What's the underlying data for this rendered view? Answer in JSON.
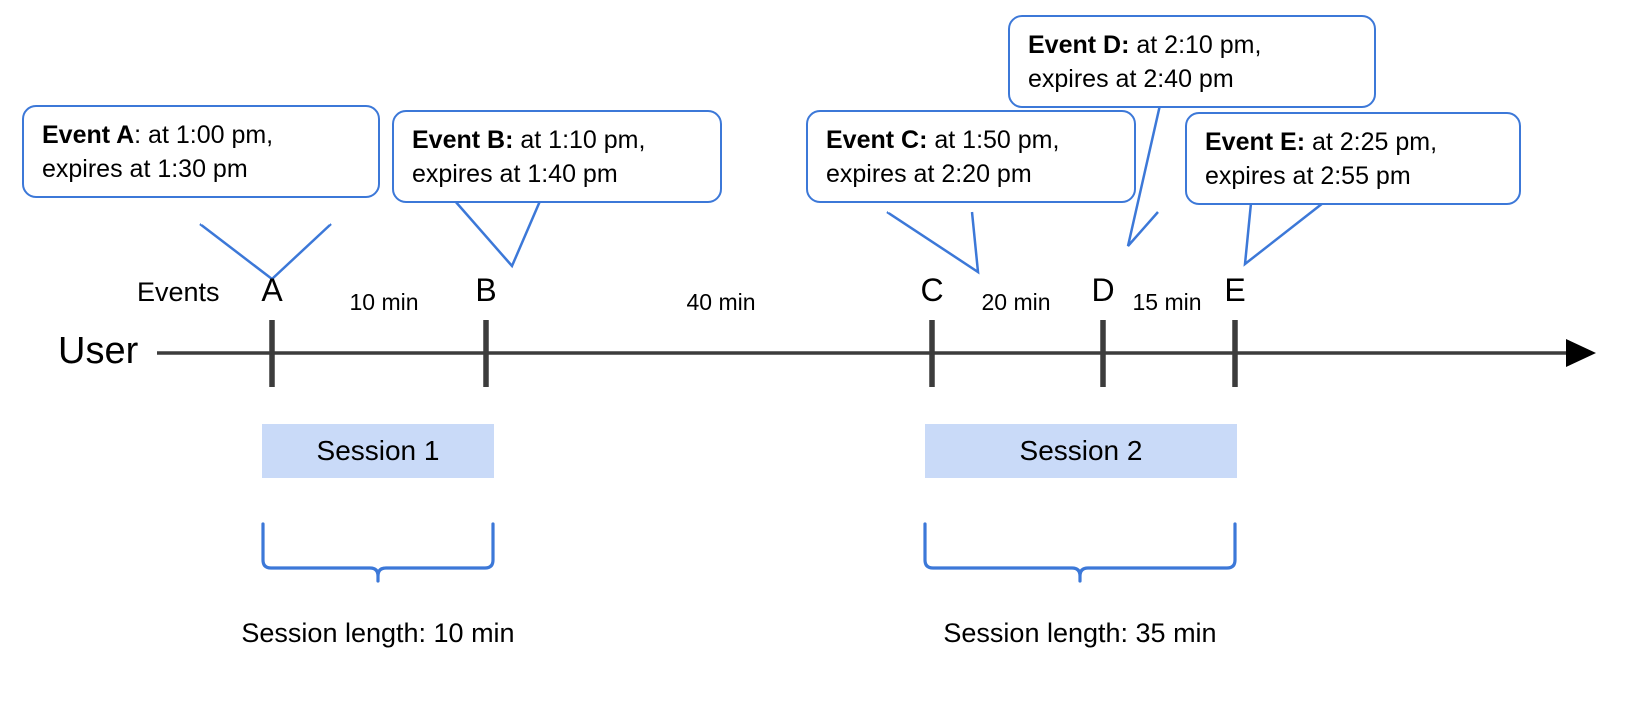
{
  "diagram": {
    "title": "User session timeline with events and expirations",
    "accent_blue": "#3c78d8",
    "session_fill": "#c9daf8",
    "axis_color": "#3c3c3c"
  },
  "axis": {
    "row_title": "User",
    "events_label": "Events"
  },
  "callouts": [
    {
      "id": "A",
      "event_label": "Event A",
      "separator": ":",
      "line1_rest": " at 1:00 pm,",
      "line2": "expires at 1:30 pm",
      "bold_colon": false,
      "start_time": "1:00 pm",
      "expires_time": "1:30 pm"
    },
    {
      "id": "B",
      "event_label": "Event B",
      "separator": ":",
      "line1_rest": " at 1:10 pm,",
      "line2": "expires at 1:40 pm",
      "bold_colon": true,
      "start_time": "1:10 pm",
      "expires_time": "1:40 pm"
    },
    {
      "id": "C",
      "event_label": "Event C",
      "separator": ":",
      "line1_rest": " at 1:50 pm,",
      "line2": "expires at 2:20 pm",
      "bold_colon": true,
      "start_time": "1:50 pm",
      "expires_time": "2:20 pm"
    },
    {
      "id": "D",
      "event_label": "Event D",
      "separator": ":",
      "line1_rest": " at 2:10 pm,",
      "line2": "expires at 2:40 pm",
      "bold_colon": true,
      "start_time": "2:10 pm",
      "expires_time": "2:40 pm"
    },
    {
      "id": "E",
      "event_label": "Event E",
      "separator": ":",
      "line1_rest": " at 2:25 pm,",
      "line2": "expires at 2:55 pm",
      "bold_colon": true,
      "start_time": "2:25 pm",
      "expires_time": "2:55 pm"
    }
  ],
  "ticks": [
    {
      "label": "A"
    },
    {
      "label": "B"
    },
    {
      "label": "C"
    },
    {
      "label": "D"
    },
    {
      "label": "E"
    }
  ],
  "gaps": [
    {
      "label": "10 min",
      "from": "A",
      "to": "B"
    },
    {
      "label": "40 min",
      "from": "B",
      "to": "C"
    },
    {
      "label": "20 min",
      "from": "C",
      "to": "D"
    },
    {
      "label": "15 min",
      "from": "D",
      "to": "E"
    }
  ],
  "sessions": [
    {
      "label": "Session 1",
      "caption": "Session length: 10 min"
    },
    {
      "label": "Session 2",
      "caption": "Session length: 35 min"
    }
  ],
  "chart_data": {
    "type": "timeline",
    "title": "User session timeline",
    "events": [
      {
        "id": "A",
        "time": "1:00 pm",
        "expires": "1:30 pm",
        "session": "Session 1"
      },
      {
        "id": "B",
        "time": "1:10 pm",
        "expires": "1:40 pm",
        "session": "Session 1"
      },
      {
        "id": "C",
        "time": "1:50 pm",
        "expires": "2:20 pm",
        "session": "Session 2"
      },
      {
        "id": "D",
        "time": "2:10 pm",
        "expires": "2:40 pm",
        "session": "Session 2"
      },
      {
        "id": "E",
        "time": "2:25 pm",
        "expires": "2:55 pm",
        "session": "Session 2"
      }
    ],
    "intervals_min": [
      10,
      40,
      20,
      15
    ],
    "sessions": [
      {
        "name": "Session 1",
        "events": [
          "A",
          "B"
        ],
        "length_min": 10
      },
      {
        "name": "Session 2",
        "events": [
          "C",
          "D",
          "E"
        ],
        "length_min": 35
      }
    ],
    "xlabel": "",
    "ylabel": "User",
    "grid": false,
    "legend": "none"
  }
}
